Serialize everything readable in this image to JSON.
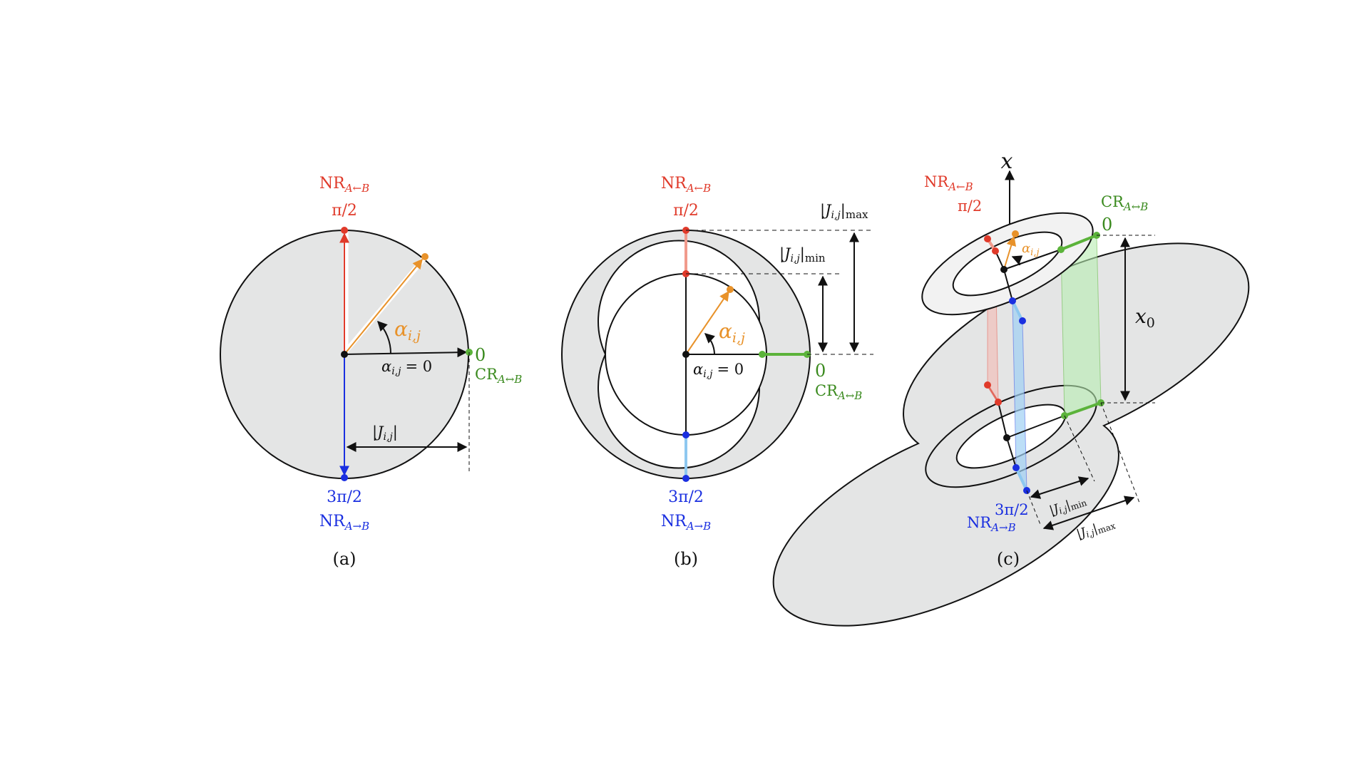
{
  "panels": {
    "a": {
      "caption": "(a)",
      "nr_up": "NR",
      "nr_up_sub": "A←B",
      "angle_up": "π/2",
      "nr_down": "NR",
      "nr_down_sub": "A→B",
      "angle_down": "3π/2",
      "zero": "0",
      "cr": "CR",
      "cr_sub": "A↔B",
      "alpha": "α",
      "alpha_sub": "i,j",
      "alpha_zero": "α",
      "alpha_zero_sub": "i,j",
      "alpha_zero_eq": "= 0",
      "radius": "|J",
      "radius_sub": "i,j",
      "radius_end": "|"
    },
    "b": {
      "caption": "(b)",
      "nr_up": "NR",
      "nr_up_sub": "A←B",
      "angle_up": "π/2",
      "nr_down": "NR",
      "nr_down_sub": "A→B",
      "angle_down": "3π/2",
      "zero": "0",
      "cr": "CR",
      "cr_sub": "A↔B",
      "alpha": "α",
      "alpha_sub": "i,j",
      "alpha_zero": "α",
      "alpha_zero_sub": "i,j",
      "alpha_zero_eq": "= 0",
      "jmax": "|J",
      "jmax_sub": "i,j",
      "jmax_end": "|",
      "jmax_tail": "max",
      "jmin": "|J",
      "jmin_sub": "i,j",
      "jmin_end": "|",
      "jmin_tail": "min"
    },
    "c": {
      "caption": "(c)",
      "axis_x": "x",
      "x0": "x",
      "x0_sub": "0",
      "nr_up": "NR",
      "nr_up_sub": "A←B",
      "angle_up": "π/2",
      "cr": "CR",
      "cr_sub": "A↔B",
      "zero": "0",
      "alpha": "α",
      "alpha_sub": "i,j",
      "angle_down": "3π/2",
      "nr_down": "NR",
      "nr_down_sub": "A→B",
      "jmin": "|J",
      "jmin_sub": "i,j",
      "jmin_end": "|",
      "jmin_tail": "min",
      "jmax": "|J",
      "jmax_sub": "i,j",
      "jmax_end": "|",
      "jmax_tail": "max"
    }
  },
  "colors": {
    "red": "#e03a2a",
    "blue": "#1a2fe0",
    "green": "#5bb33a",
    "orange": "#e8922a",
    "disk_fill": "#e4e5e5"
  }
}
